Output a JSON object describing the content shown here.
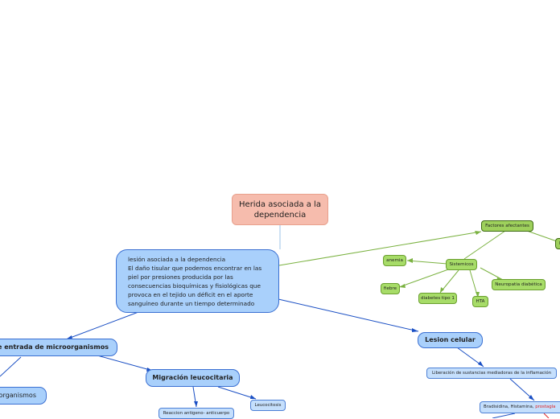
{
  "root": {
    "line1": "Herida asociada a la",
    "line2": "dependencia"
  },
  "main": {
    "lines": [
      "lesión  asociada a la dependencia",
      "El daño tisular que podemos encontrar en las",
      "piel por presiones producida por las",
      "consecuencias bioquímicas y fisiológicas que",
      "provoca en el tejido un déficit en el aporte",
      "sanguíneo durante un tiempo determinado"
    ]
  },
  "left_branch": {
    "entrada": "o de entrada de microorganismos",
    "organismos": "organismos",
    "migracion": "Migración leucocitaria",
    "reaccion": "Reaccion antigeno- anticuerpo",
    "leucocitosis": "Leucocitosis"
  },
  "right_branch": {
    "lesion": "Lesion celular",
    "liberacion": "Liberación de sustancias mediadoras de la inflamación",
    "bradi_black": "Bradisidina, Histamina, ",
    "bradi_red": "prostagla"
  },
  "factors": {
    "factores": "Factores afectantes",
    "edge_label": "L",
    "sistemicos": "Sistemicos",
    "anemia": "anemia",
    "fiebre": "fiebre",
    "diabetes": "diabetes tipo 1",
    "hta": "HTA",
    "neuropatia": "Neuropatia diabética"
  },
  "colors": {
    "root_fill": "#f6bcad",
    "blue_fill": "#a9d0fb",
    "blue_line": "#1a4fc4",
    "green_fill": "#a7dc68",
    "green_line": "#7bb241",
    "highlight_red": "#e02424"
  }
}
